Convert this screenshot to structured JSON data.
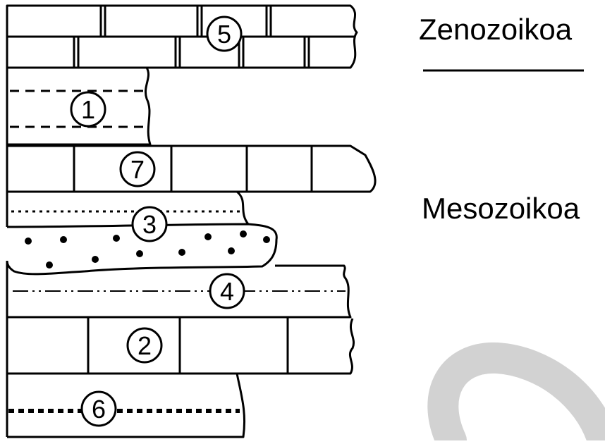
{
  "figure": {
    "eras": {
      "upper": "Zenozoikoa",
      "lower": "Mesozoikoa"
    },
    "layers": [
      {
        "id": "layer-5",
        "number": "5"
      },
      {
        "id": "layer-1",
        "number": "1"
      },
      {
        "id": "layer-7",
        "number": "7"
      },
      {
        "id": "layer-3",
        "number": "3"
      },
      {
        "id": "layer-4",
        "number": "4"
      },
      {
        "id": "layer-2",
        "number": "2"
      },
      {
        "id": "layer-6",
        "number": "6"
      }
    ]
  },
  "colors": {
    "ink": "#000000",
    "paper": "#ffffff",
    "watermark": "#d0d0d0"
  }
}
